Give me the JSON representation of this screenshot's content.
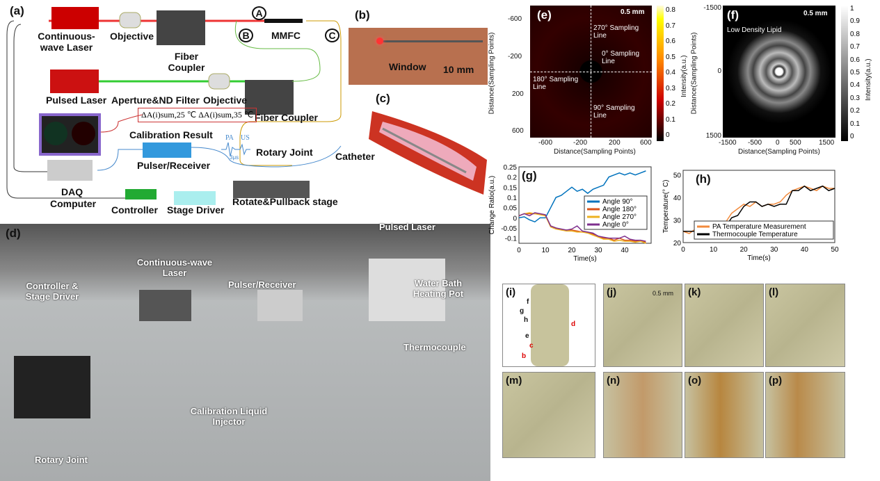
{
  "panels": {
    "a": "(a)",
    "b": "(b)",
    "c": "(c)",
    "d": "(d)",
    "e": "(e)",
    "f": "(f)",
    "g": "(g)",
    "h": "(h)",
    "i": "(i)",
    "j": "(j)",
    "k": "(k)",
    "l": "(l)",
    "m": "(m)",
    "n": "(n)",
    "o": "(o)",
    "p": "(p)"
  },
  "a": {
    "cw_laser": "Continuous-wave Laser",
    "objective1": "Objective",
    "fiber_coupler1": "Fiber Coupler",
    "mmfc": "MMFC",
    "port_a": "A",
    "port_b": "B",
    "port_c": "C",
    "pulsed_laser": "Pulsed Laser",
    "aperture": "Aperture&ND Filter",
    "objective2": "Objective",
    "fiber_coupler2": "Fiber Coupler",
    "formula": "ΔA(i)sum,25 ℃  ΔA(i)sum,35 ℃",
    "calibration": "Calibration Result",
    "pa": "PA",
    "us": "US",
    "time": "3μs",
    "pulser": "Pulser/Receiver",
    "rotary": "Rotary Joint",
    "catheter": "Catheter",
    "daq": "DAQ",
    "computer": "Computer",
    "controller": "Controller",
    "stage_driver": "Stage Driver",
    "stage": "Rotate&Pullback stage"
  },
  "b": {
    "window": "Window",
    "scale": "10 mm"
  },
  "d": {
    "pulsed_laser": "Pulsed Laser",
    "cw_laser": "Continuous-wave Laser",
    "controller": "Controller & Stage Driver",
    "pulser": "Pulser/Receiver",
    "water_bath": "Water Bath Heating Pot",
    "thermocouple": "Thermocouple",
    "rotary": "Rotary Joint",
    "injector": "Calibration Liquid Injector"
  },
  "e": {
    "scale": "0.5 mm",
    "line270": "270° Sampling Line",
    "line0": "0° Sampling Line",
    "line180": "180° Sampling Line",
    "line90": "90° Sampling Line",
    "ylabel": "Distance(Sampling Points)",
    "xlabel": "Distance(Sampling Points)",
    "yticks": [
      "-600",
      "-200",
      "200",
      "600"
    ],
    "xticks": [
      "-600",
      "-200",
      "200",
      "600"
    ],
    "cbar_label": "Intensity(a.u.)",
    "cbar_ticks": [
      "0.8",
      "0.7",
      "0.6",
      "0.5",
      "0.4",
      "0.3",
      "0.2",
      "0.1",
      "0"
    ]
  },
  "f": {
    "scale": "0.5 mm",
    "annotation": "Low Density Lipid",
    "ylabel": "Distance(Sampling Points)",
    "xlabel": "Distance(Sampling Points)",
    "yticks": [
      "-1500",
      "0",
      "1500"
    ],
    "xticks": [
      "-1500",
      "-500",
      "0",
      "500",
      "1500"
    ],
    "cbar_label": "Intensity(a.u.)",
    "cbar_ticks": [
      "1",
      "0.9",
      "0.8",
      "0.7",
      "0.6",
      "0.5",
      "0.4",
      "0.3",
      "0.2",
      "0.1",
      "0"
    ]
  },
  "thumbs": {
    "scale": "0.5 mm",
    "i_labels": [
      "f",
      "g",
      "h",
      "d",
      "e",
      "c",
      "b"
    ]
  },
  "chart_data": [
    {
      "type": "line",
      "xlabel": "Time(s)",
      "ylabel": "Change Ratio(a.u.)",
      "xlim": [
        0,
        50
      ],
      "ylim": [
        -0.125,
        0.25
      ],
      "xticks": [
        0,
        10,
        20,
        30,
        40
      ],
      "yticks": [
        0.25,
        0.2,
        0.15,
        0.1,
        0.05,
        0,
        -0.05,
        -0.1
      ],
      "legend": "center-right",
      "x": [
        0,
        2,
        4,
        6,
        8,
        10,
        12,
        14,
        16,
        18,
        20,
        22,
        24,
        26,
        28,
        30,
        32,
        34,
        36,
        38,
        40,
        42,
        44,
        46,
        48
      ],
      "series": [
        {
          "name": "Angle 90°",
          "color": "#0072BD",
          "values": [
            0,
            0.005,
            -0.01,
            -0.02,
            0,
            0,
            0.05,
            0.1,
            0.11,
            0.13,
            0.15,
            0.13,
            0.14,
            0.12,
            0.14,
            0.15,
            0.16,
            0.2,
            0.21,
            0.22,
            0.21,
            0.22,
            0.21,
            0.22,
            0.23
          ]
        },
        {
          "name": "Angle 180°",
          "color": "#D95319",
          "values": [
            0.01,
            0.02,
            0.02,
            0.02,
            0.02,
            0.01,
            -0.04,
            -0.05,
            -0.06,
            -0.06,
            -0.06,
            -0.065,
            -0.07,
            -0.07,
            -0.08,
            -0.09,
            -0.1,
            -0.1,
            -0.11,
            -0.1,
            -0.11,
            -0.11,
            -0.115,
            -0.11,
            -0.12
          ]
        },
        {
          "name": "Angle 270°",
          "color": "#EDB120",
          "values": [
            0.01,
            0.02,
            0.025,
            0.02,
            0.015,
            0.01,
            -0.045,
            -0.055,
            -0.06,
            -0.065,
            -0.065,
            -0.07,
            -0.07,
            -0.075,
            -0.085,
            -0.095,
            -0.105,
            -0.105,
            -0.115,
            -0.11,
            -0.115,
            -0.115,
            -0.12,
            -0.115,
            -0.125
          ]
        },
        {
          "name": "Angle 0°",
          "color": "#7E2F8E",
          "values": [
            0.01,
            0.02,
            0.01,
            0.025,
            0.02,
            0.015,
            -0.04,
            -0.05,
            -0.055,
            -0.06,
            -0.055,
            -0.04,
            -0.065,
            -0.07,
            -0.075,
            -0.09,
            -0.095,
            -0.1,
            -0.1,
            -0.1,
            -0.09,
            -0.105,
            -0.11,
            -0.11,
            -0.115
          ]
        }
      ]
    },
    {
      "type": "line",
      "xlabel": "Time(s)",
      "ylabel": "Temperature(° C)",
      "xlim": [
        0,
        50
      ],
      "ylim": [
        20,
        52
      ],
      "xticks": [
        0,
        10,
        20,
        30,
        40,
        50
      ],
      "yticks": [
        50,
        40,
        30,
        20
      ],
      "legend": "bottom-right",
      "x": [
        0,
        2,
        4,
        6,
        8,
        10,
        12,
        14,
        16,
        18,
        20,
        22,
        24,
        26,
        28,
        30,
        32,
        34,
        36,
        38,
        40,
        42,
        44,
        46,
        48,
        50
      ],
      "series": [
        {
          "name": "PA Temperature Measurement",
          "color": "#F28A3C",
          "values": [
            25,
            24,
            26,
            23,
            25,
            24,
            25,
            29,
            33,
            35,
            37,
            36,
            38,
            36,
            37,
            37,
            38,
            41,
            43,
            44,
            45,
            44,
            43,
            45,
            44,
            44
          ]
        },
        {
          "name": "Thermocouple Temperature",
          "color": "#000000",
          "values": [
            25,
            25,
            25,
            24,
            24,
            25,
            24,
            27,
            31,
            32,
            36,
            38,
            38,
            36,
            37,
            36,
            37,
            37,
            43,
            43,
            45,
            43,
            44,
            45,
            43,
            44
          ]
        }
      ]
    }
  ]
}
